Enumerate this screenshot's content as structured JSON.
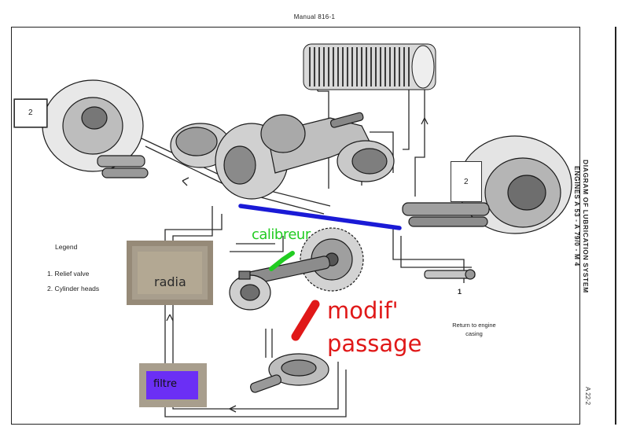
{
  "header": {
    "manual": "Manual 816-1"
  },
  "title": {
    "line1": "DIAGRAM OF LUBRICATION SYSTEM",
    "line2": "ENGINES A 53 - A 79/0 - M 4"
  },
  "page_code": "A 22-2",
  "legend": {
    "title": "Legend",
    "items": [
      "1. Relief valve",
      "2. Cylinder heads"
    ]
  },
  "cylinder_labels": {
    "left": "2",
    "right": "2"
  },
  "relief_valve_label": "1",
  "return_note": {
    "line1": "Return to engine",
    "line2": "casing"
  },
  "annotations": {
    "radia": "radia",
    "filtre": "filtre",
    "calibreur": "calibreur",
    "modif_line1": "modif'",
    "modif_line2": "passage"
  },
  "colors": {
    "blue_mark": "#1a1ad6",
    "green_mark": "#22cc22",
    "red_mark": "#e01818",
    "callout_bg": "#a89e8d",
    "filtre_fill": "#6b2ff5"
  }
}
